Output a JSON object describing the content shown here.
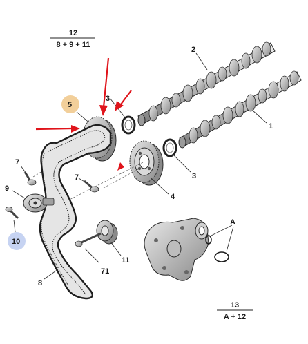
{
  "refs": {
    "ref_12": {
      "top": "12",
      "bottom": "8 + 9 + 11"
    },
    "ref_13": {
      "top": "13",
      "bottom": "A + 12"
    }
  },
  "labels": {
    "l1": "1",
    "l2": "2",
    "l3a": "3",
    "l3b": "3",
    "l4": "4",
    "l5": "5",
    "l7a": "7",
    "l7b": "7",
    "l8": "8",
    "l9": "9",
    "l10": "10",
    "l11": "11",
    "l71": "71",
    "lA": "A"
  },
  "colors": {
    "highlight_orange": "#f2cf9a",
    "highlight_blue": "#c6d3f2",
    "arrow_red": "#e0141b",
    "part_gray": "#bdbdbd",
    "part_dark": "#6e6e6e"
  }
}
